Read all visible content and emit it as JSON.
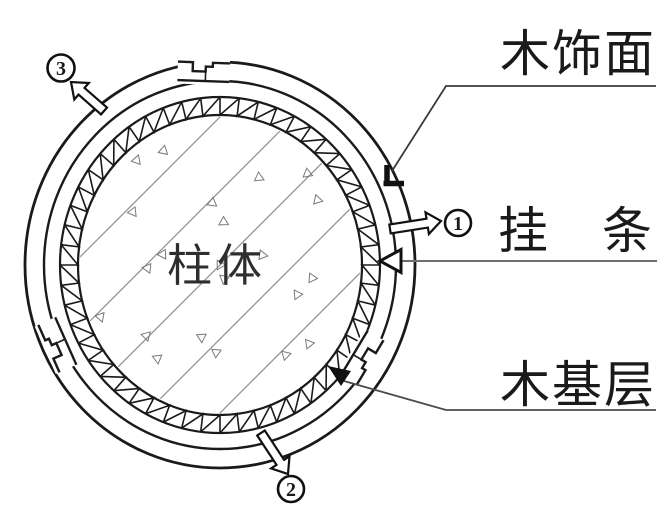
{
  "figure": {
    "type": "construction-detail-section",
    "center_label": "柱体",
    "callouts": [
      {
        "id": "wood-veneer",
        "text": "木饰面"
      },
      {
        "id": "hanging-strip",
        "text": "挂　条"
      },
      {
        "id": "wood-base",
        "text": "木基层"
      }
    ],
    "markers": [
      {
        "id": "marker-1",
        "digit": "1"
      },
      {
        "id": "marker-2",
        "digit": "2"
      },
      {
        "id": "marker-3",
        "digit": "3"
      }
    ],
    "colors": {
      "ink": "#1a1a1a",
      "leader": "#4a4a4a",
      "concrete_hatch": "#8f8f8f",
      "paper": "#ffffff"
    }
  }
}
